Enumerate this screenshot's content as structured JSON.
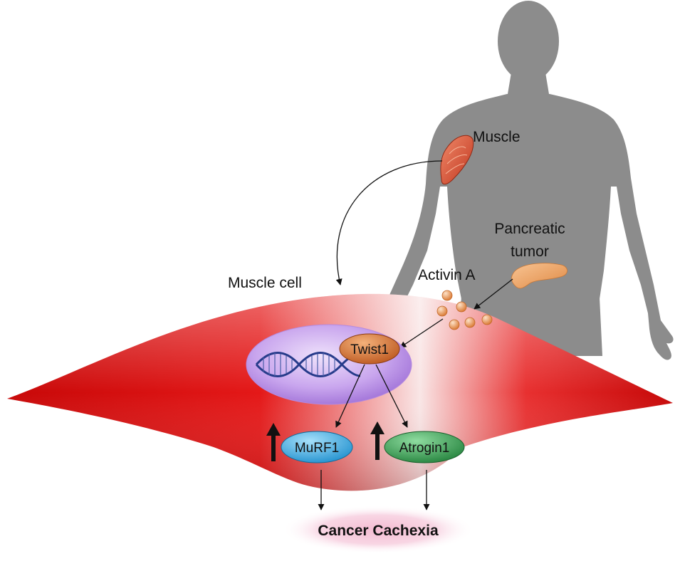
{
  "labels": {
    "muscle": "Muscle",
    "pancreatic_tumor_line1": "Pancreatic",
    "pancreatic_tumor_line2": "tumor",
    "activin_a": "Activin A",
    "muscle_cell": "Muscle cell",
    "twist1": "Twist1",
    "murf1": "MuRF1",
    "atrogin1": "Atrogin1",
    "cancer_cachexia": "Cancer Cachexia"
  },
  "colors": {
    "silhouette": "#8c8c8c",
    "muscle_cell_red": "#e01010",
    "nucleus_purple": "#c9a6ee",
    "twist1_orange": "#d9702a",
    "murf1_blue": "#2aa8e0",
    "atrogin1_green": "#2e9a48",
    "activin_particles": "#e8914f",
    "cachexia_glow": "#f6c6d8"
  },
  "icons": {
    "dna": "dna-helix-icon",
    "muscle_organ": "muscle-organ-icon",
    "pancreas": "pancreas-icon",
    "body": "human-silhouette-icon"
  }
}
